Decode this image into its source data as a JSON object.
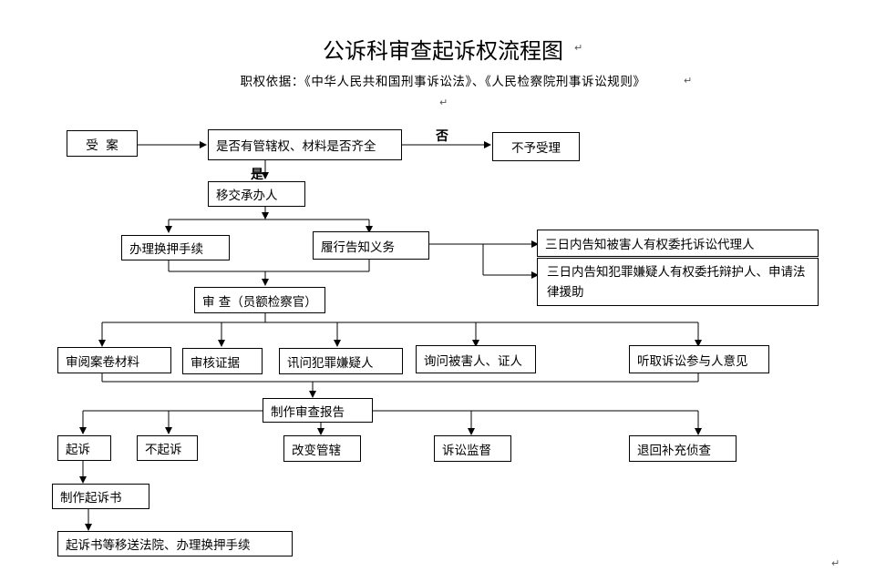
{
  "title": "公诉科审查起诉权流程图",
  "basis": "职权依据：《中华人民共和国刑事诉讼法》、《人民检察院刑事诉讼规则》",
  "labels": {
    "no": "否",
    "yes": "是"
  },
  "nodes": {
    "accept": "受  案",
    "jurisdiction": "是否有管辖权、材料是否齐全",
    "reject": "不予受理",
    "transfer": "移交承办人",
    "custody": "办理换押手续",
    "notify": "履行告知义务",
    "notify_victim": "三日内告知被害人有权委托诉讼代理人",
    "notify_suspect": "三日内告知犯罪嫌疑人有权委托辩护人、申请法律援助",
    "review": "审 查（员额检察官）",
    "read_files": "审阅案卷材料",
    "verify_evidence": "审核证据",
    "interrogate": "讯问犯罪嫌疑人",
    "inquire": "询问被害人、证人",
    "hear_opinions": "听取诉讼参与人意见",
    "report": "制作审查报告",
    "prosecute": "起诉",
    "no_prosecute": "不起诉",
    "change_jurisdiction": "改变管辖",
    "supervision": "诉讼监督",
    "supplement": "退回补充侦查",
    "indictment": "制作起诉书",
    "deliver": "起诉书等移送法院、办理换押手续"
  }
}
